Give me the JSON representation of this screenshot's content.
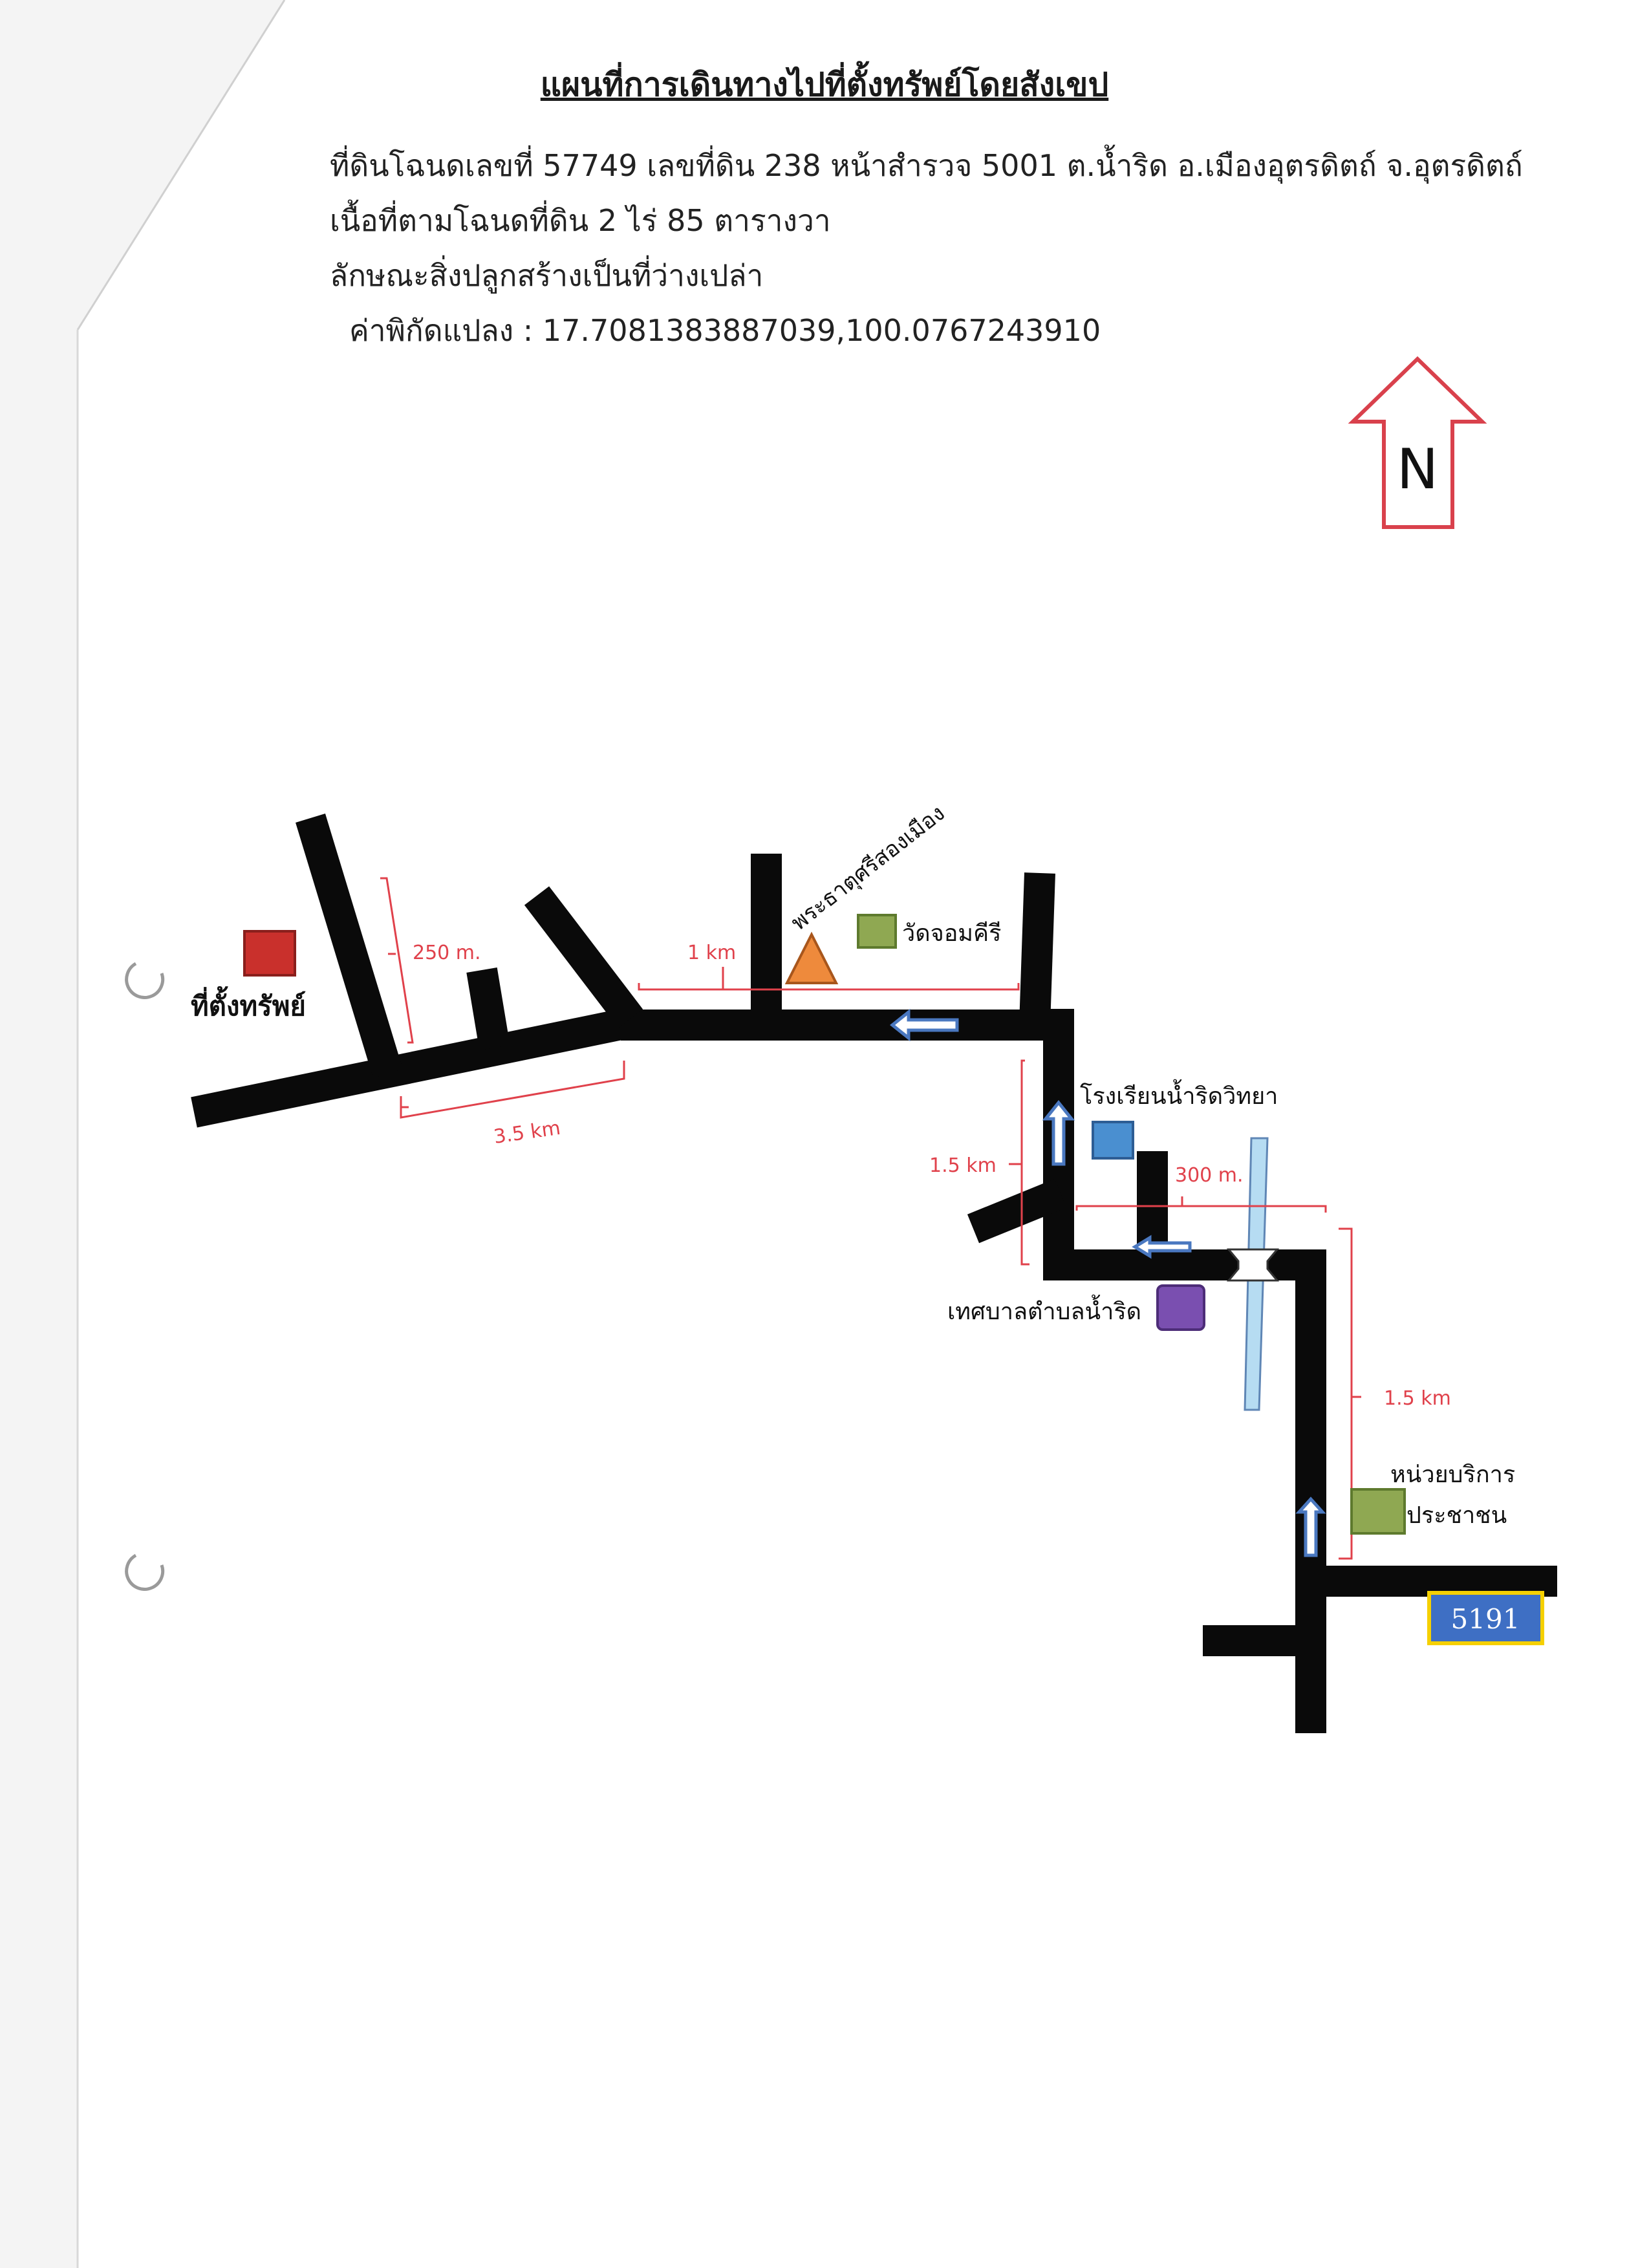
{
  "header": {
    "title": "แผนที่การเดินทางไปที่ตั้งทรัพย์โดยสังเขป",
    "lines": [
      "ที่ดินโฉนดเลขที่ 57749 เลขที่ดิน 238 หน้าสำรวจ 5001 ต.น้ำริด อ.เมืองอุตรดิตถ์ จ.อุตรดิตถ์",
      "เนื้อที่ตามโฉนดที่ดิน 2 ไร่ 85 ตารางวา",
      "ลักษณะสิ่งปลูกสร้างเป็นที่ว่างเปล่า",
      "ค่าพิกัดแปลง : 17.7081383887039,100.0767243910"
    ]
  },
  "compass": {
    "label": "N"
  },
  "landmarks": {
    "property": "ที่ตั้งทรัพย์",
    "temple_pagoda": "พระธาตุศรีสองเมือง",
    "temple": "วัดจอมคีรี",
    "school": "โรงเรียนน้ำริดวิทยา",
    "municipality": "เทศบาลตำบลน้ำริด",
    "service_line1": "หน่วยบริการ",
    "service_line2": "ประชาชน",
    "road_number": "5191"
  },
  "distances": {
    "d_250m": "250 m.",
    "d_1km": "1 km",
    "d_3_5km": "3.5 km",
    "d_1_5km_a": "1.5 km",
    "d_300m": "300 m.",
    "d_1_5km_b": "1.5 km"
  },
  "colors": {
    "road": "#0a0a0a",
    "dimension": "#e0414b",
    "property_marker": "#c9302c",
    "pagoda_marker": "#ee8a3c",
    "temple_marker": "#8fa852",
    "school_marker": "#4a8fd0",
    "municipality_marker": "#7a4fb0",
    "service_marker": "#8fa852",
    "road_sign_fill": "#3e6fc4",
    "road_sign_border": "#f5d000",
    "river": "#b6dcf2",
    "compass": "#d9414c"
  }
}
